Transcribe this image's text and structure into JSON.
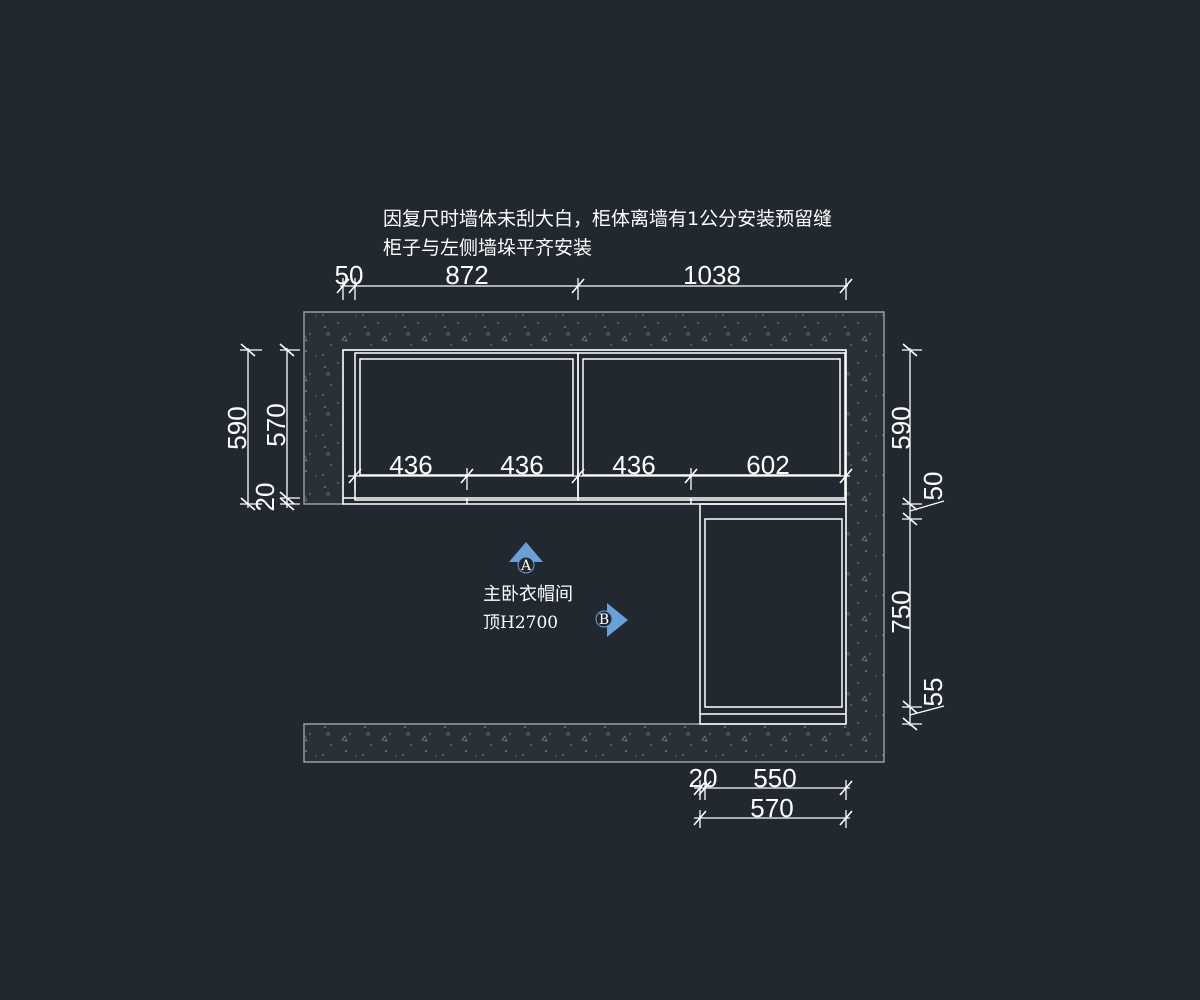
{
  "notes": {
    "line1": "因复尺时墙体未刮大白，柜体离墙有1公分安装预留缝",
    "line2": "柜子与左侧墙垛平齐安装"
  },
  "room": {
    "name": "主卧衣帽间",
    "ceiling": "顶H2700"
  },
  "markers": {
    "a": "A",
    "b": "B",
    "color": "#6a9fd8"
  },
  "dimensions": {
    "top": [
      "50",
      "872",
      "1038"
    ],
    "inner": [
      "436",
      "436",
      "436",
      "602"
    ],
    "left": [
      "590",
      "570",
      "20"
    ],
    "right": [
      "590",
      "50",
      "750",
      "55"
    ],
    "bottom_row1": [
      "20",
      "550"
    ],
    "bottom_row2": "570"
  },
  "colors": {
    "background": "#212830",
    "lines": "#ffffff",
    "wall_edge": "#9aa0a6"
  }
}
